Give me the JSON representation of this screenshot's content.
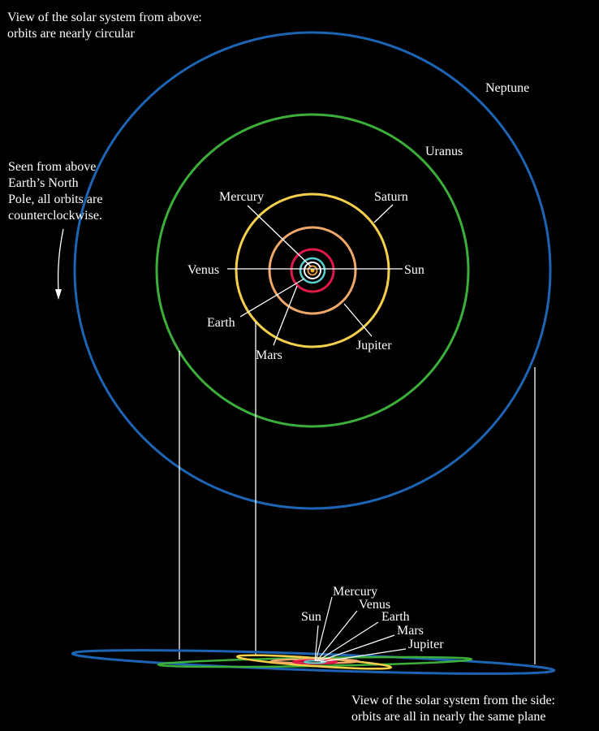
{
  "captions": {
    "top": [
      "View of the solar system from above:",
      "orbits are nearly circular"
    ],
    "note": [
      "Seen from above",
      "Earth’s North",
      "Pole, all orbits are",
      "counterclockwise."
    ],
    "side": [
      "View of the solar system from the side:",
      "orbits are all in nearly the same plane"
    ]
  },
  "top_view_labels": {
    "neptune": "Neptune",
    "uranus": "Uranus",
    "saturn": "Saturn",
    "jupiter": "Jupiter",
    "mars": "Mars",
    "earth": "Earth",
    "venus": "Venus",
    "mercury": "Mercury",
    "sun": "Sun"
  },
  "side_view_labels": {
    "sun": "Sun",
    "mercury": "Mercury",
    "venus": "Venus",
    "earth": "Earth",
    "mars": "Mars",
    "jupiter": "Jupiter"
  },
  "colors": {
    "background": "#000000",
    "text": "#ffffff",
    "neptune": "#1e64b4",
    "uranus": "#3cae3a",
    "saturn": "#f5d04a",
    "jupiter": "#f0a86a",
    "mars": "#e0194a",
    "earth": "#5ad0d0",
    "venus": "#ffffff",
    "mercury": "#f5a53c",
    "sun": "#f5b91e"
  }
}
